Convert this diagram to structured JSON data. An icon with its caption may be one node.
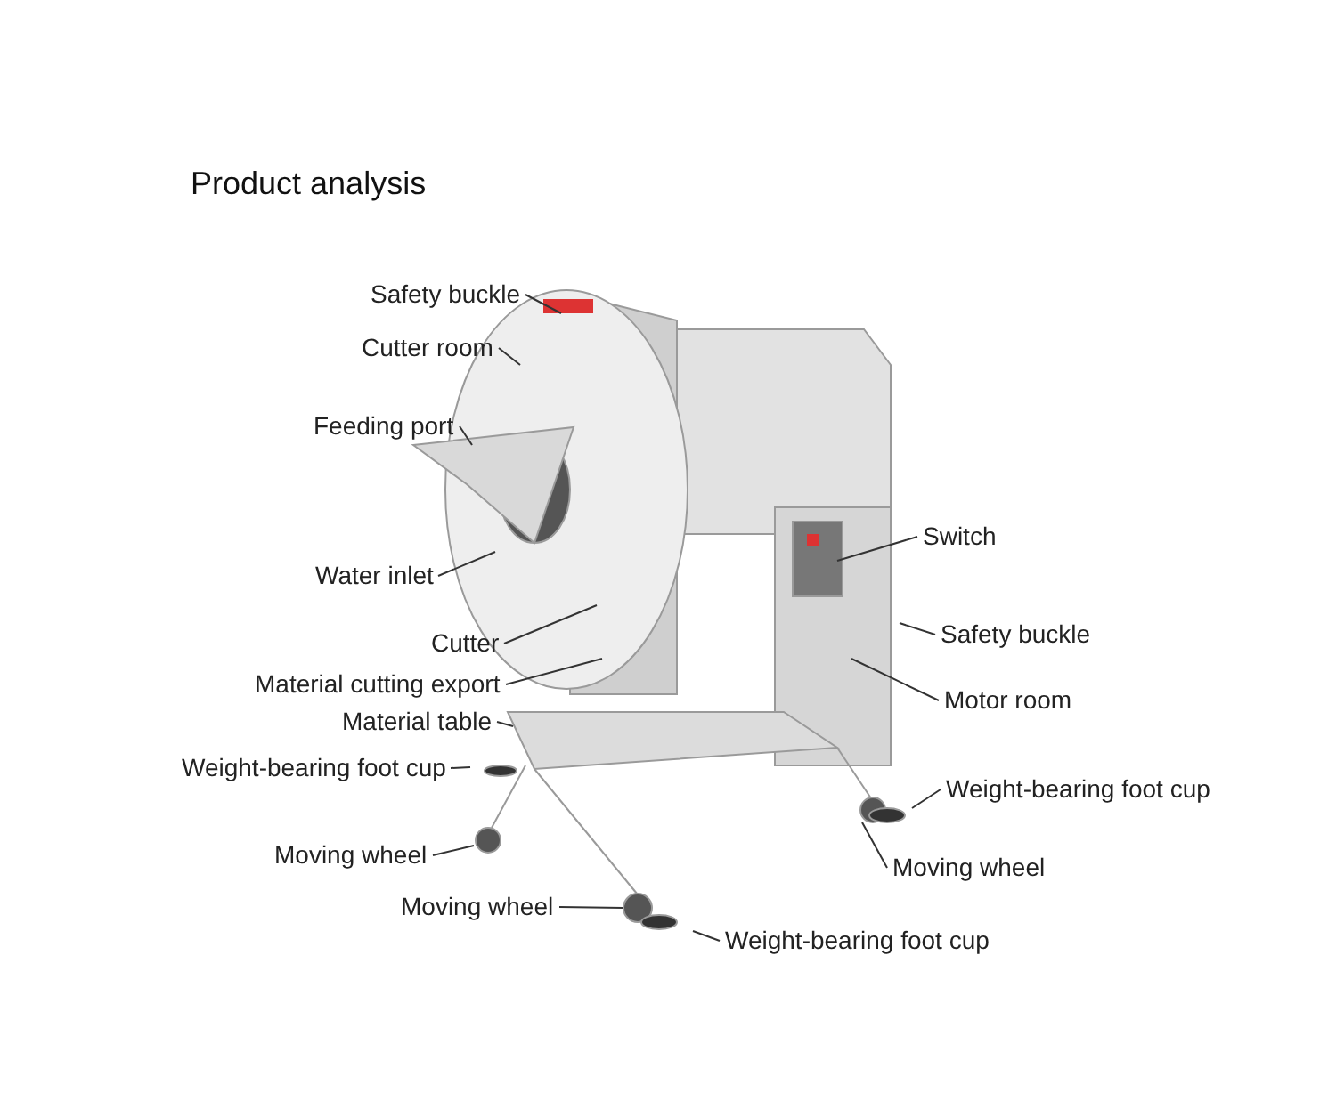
{
  "diagram": {
    "title": "Product analysis",
    "nodes": [
      {
        "text": [
          "Safety buckle"
        ]
      },
      {
        "text": [
          "Cutter room"
        ]
      },
      {
        "text": [
          "Feeding port"
        ]
      },
      {
        "text": [
          "Water inlet"
        ]
      },
      {
        "text": [
          "Cutter"
        ]
      },
      {
        "text": [
          "Material cutting export"
        ]
      },
      {
        "text": [
          "Material table"
        ]
      },
      {
        "text": [
          "Weight-bearing foot cup"
        ]
      },
      {
        "text": [
          "Moving wheel"
        ]
      },
      {
        "text": [
          "Switch"
        ]
      },
      {
        "text": [
          "Safety buckle"
        ]
      },
      {
        "text": [
          "Motor room"
        ]
      },
      {
        "text": [
          "Weight-bearing foot cup"
        ]
      },
      {
        "text": [
          "Moving wheel"
        ]
      },
      {
        "text": [
          "Moving wheel"
        ]
      },
      {
        "text": [
          "Weight-bearing foot cup"
        ]
      }
    ],
    "edges": [
      {
        "from": 0,
        "to": null,
        "arrow": "none"
      },
      {
        "from": 1,
        "to": null,
        "arrow": "none"
      },
      {
        "from": 2,
        "to": null,
        "arrow": "none"
      },
      {
        "from": 3,
        "to": null,
        "arrow": "none"
      },
      {
        "from": 4,
        "to": null,
        "arrow": "none"
      },
      {
        "from": 5,
        "to": null,
        "arrow": "none"
      },
      {
        "from": 6,
        "to": null,
        "arrow": "none"
      },
      {
        "from": 7,
        "to": null,
        "arrow": "none"
      },
      {
        "from": 8,
        "to": null,
        "arrow": "none"
      },
      {
        "from": 9,
        "to": null,
        "arrow": "none"
      },
      {
        "from": 10,
        "to": null,
        "arrow": "none"
      },
      {
        "from": 11,
        "to": null,
        "arrow": "none"
      },
      {
        "from": 12,
        "to": null,
        "arrow": "none"
      },
      {
        "from": 13,
        "to": null,
        "arrow": "none"
      },
      {
        "from": 14,
        "to": null,
        "arrow": "none"
      },
      {
        "from": 15,
        "to": null,
        "arrow": "none"
      }
    ]
  }
}
